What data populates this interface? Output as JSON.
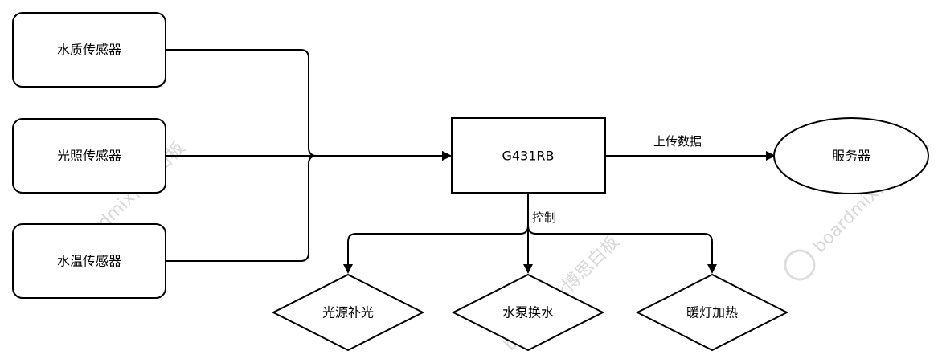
{
  "nodes": {
    "water_quality_sensor": "水质传感器",
    "light_sensor": "光照传感器",
    "water_temp_sensor": "水温传感器",
    "mcu": "G431RB",
    "server": "服务器",
    "fill_light": "光源补光",
    "pump_water_change": "水泵换水",
    "heat_lamp": "暖灯加热"
  },
  "edges": {
    "upload_label": "上传数据",
    "control_label": "控制"
  },
  "watermark": "boardmix博思白板",
  "colors": {
    "stroke": "#000000",
    "watermark": "#d8d8d8"
  }
}
